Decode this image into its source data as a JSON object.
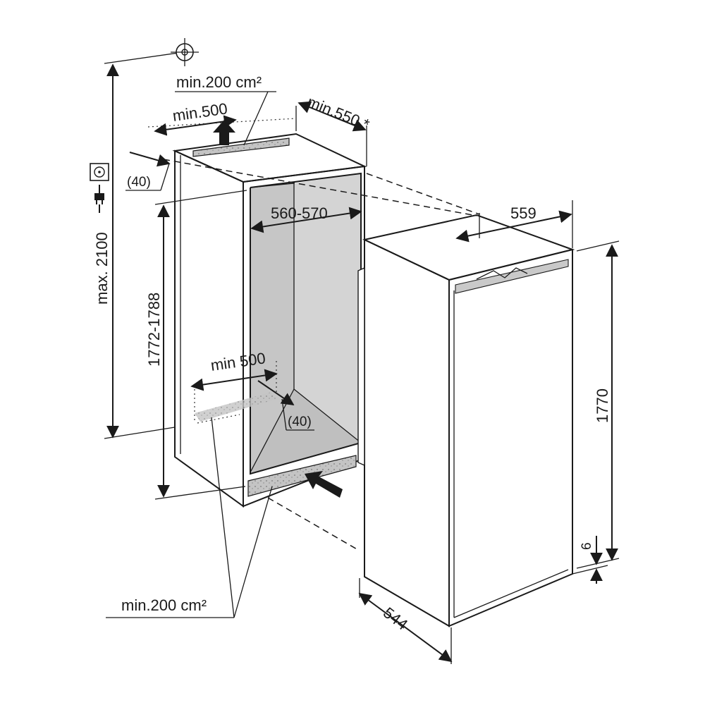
{
  "labels": {
    "top_vent": "min.200 cm²",
    "top_depth": "min.500",
    "top_gap": "(40)",
    "niche_depth": "min.550 *",
    "niche_width": "560-570",
    "niche_height": "1772-1788",
    "max_height": "max. 2100",
    "bottom_depth": "min 500",
    "bottom_gap": "(40)",
    "bottom_vent": "min.200 cm²",
    "appliance_width": "559",
    "appliance_height": "1770",
    "appliance_depth": "544",
    "plinth_gap": "6"
  },
  "icons": [
    "water-connection-icon",
    "socket-icon",
    "plug-icon"
  ],
  "colors": {
    "line": "#1a1a1a",
    "niche_interior": "#d2d2d2",
    "vent": "#b4b4b4",
    "appliance_panel": "#ffffff"
  }
}
